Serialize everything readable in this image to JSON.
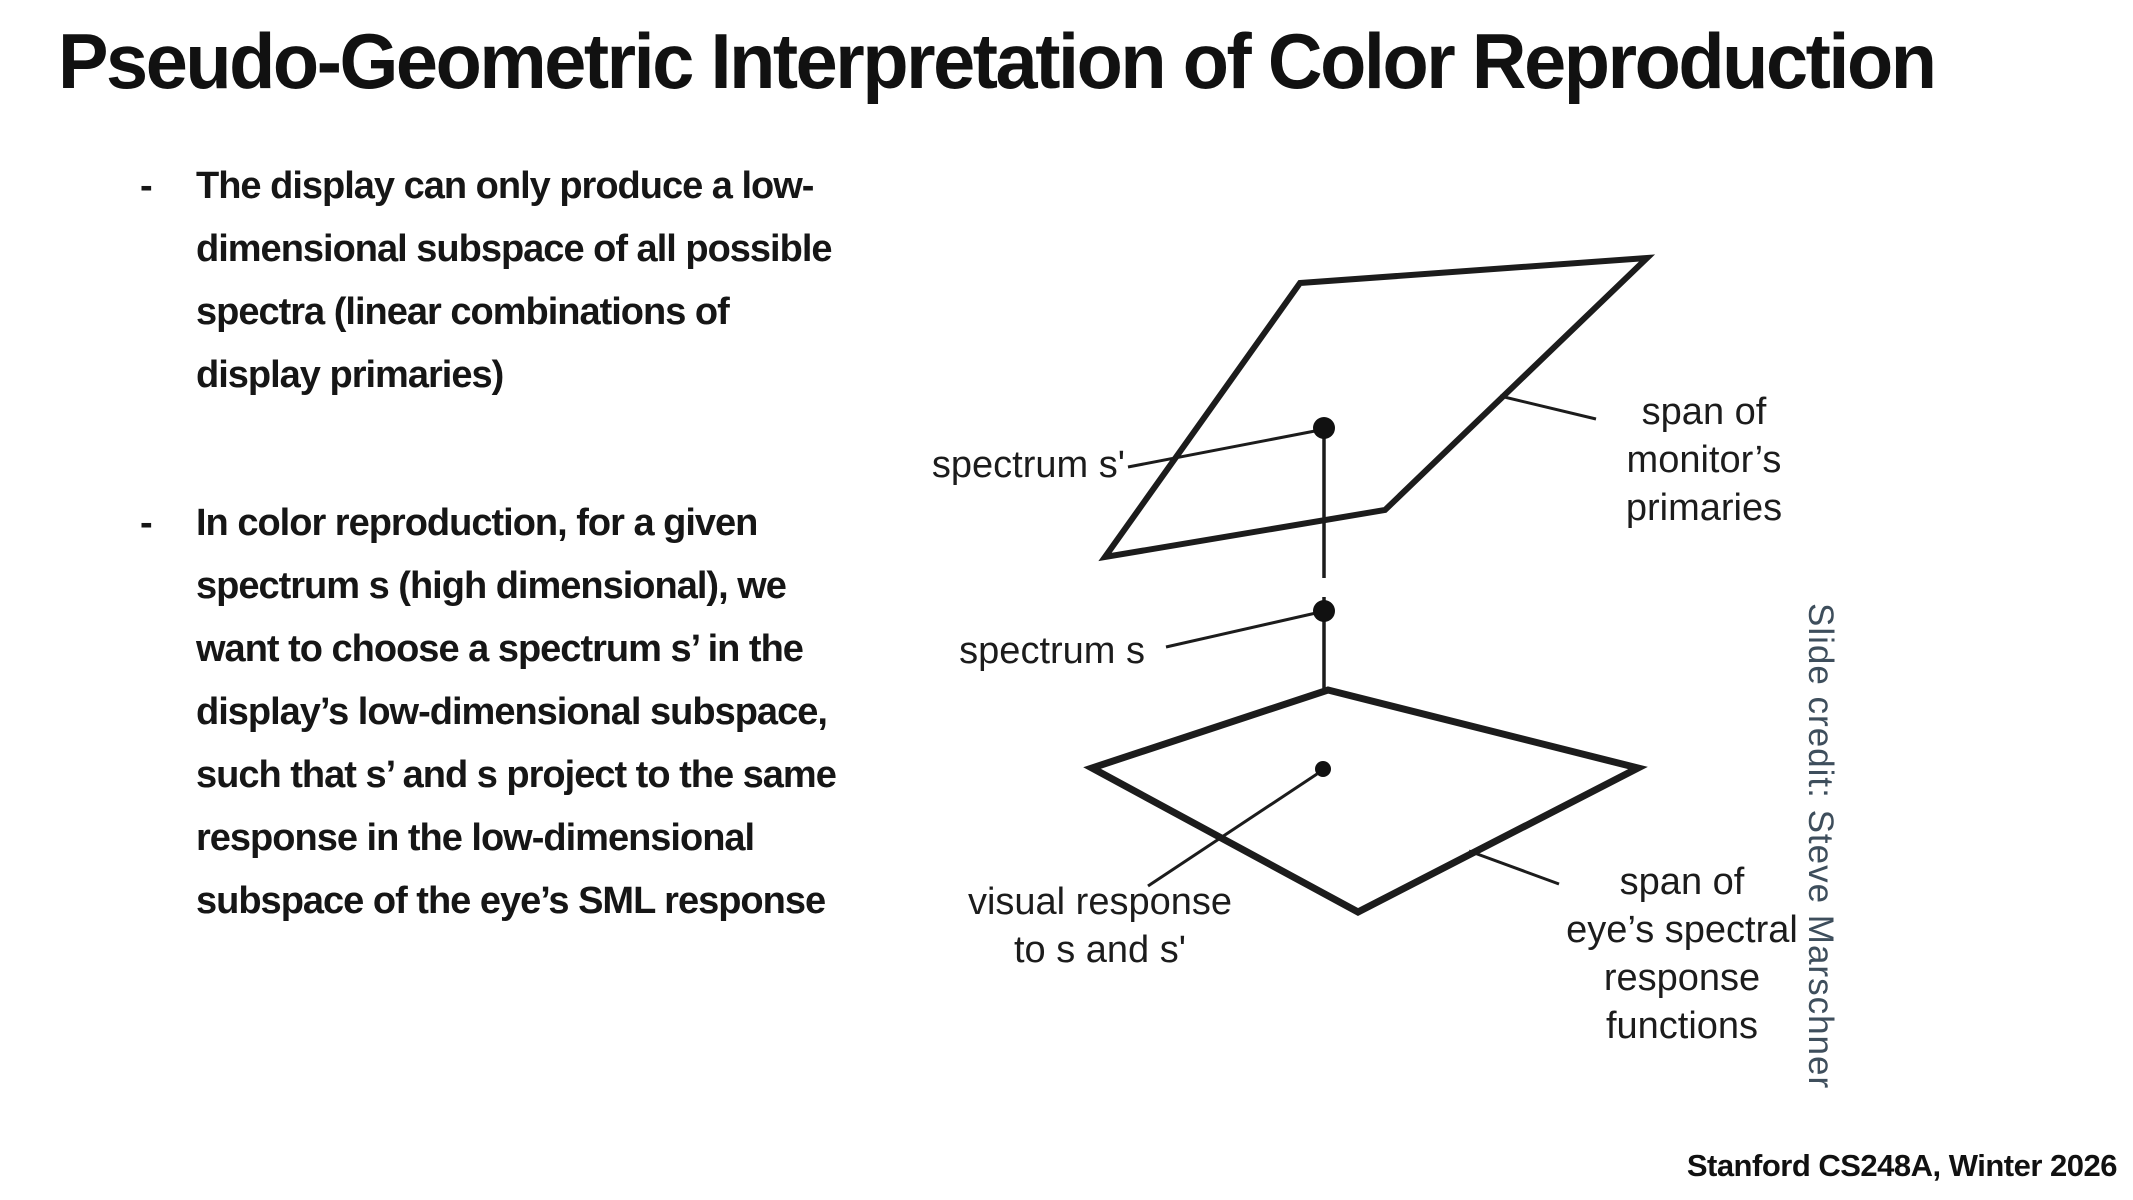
{
  "slide": {
    "title": "Pseudo-Geometric Interpretation of Color Reproduction",
    "bullets": [
      {
        "marker": "-",
        "text": "The display can only produce a low-\ndimensional subspace of all possible\nspectra (linear combinations of\ndisplay primaries)"
      },
      {
        "marker": "-",
        "text": "In color reproduction, for a given\nspectrum s (high dimensional), we\nwant to choose a spectrum s’ in the\ndisplay’s low-dimensional subspace,\nsuch that s’ and s project to the same\nresponse in the low-dimensional\nsubspace of the eye’s SML response"
      }
    ],
    "credit": "Slide credit: Steve Marschner",
    "credit_color": "#3e4e5c",
    "footer": "Stanford CS248A, Winter 2026"
  },
  "diagram": {
    "labels": {
      "spectrum_s_prime": "spectrum s'",
      "span_monitor": "span of\nmonitor’s\nprimaries",
      "spectrum_s": "spectrum s",
      "visual_response": "visual response\nto s and s'",
      "span_eye": "span of\neye’s spectral\nresponse\nfunctions"
    },
    "stroke_color": "#1c1c1c"
  }
}
